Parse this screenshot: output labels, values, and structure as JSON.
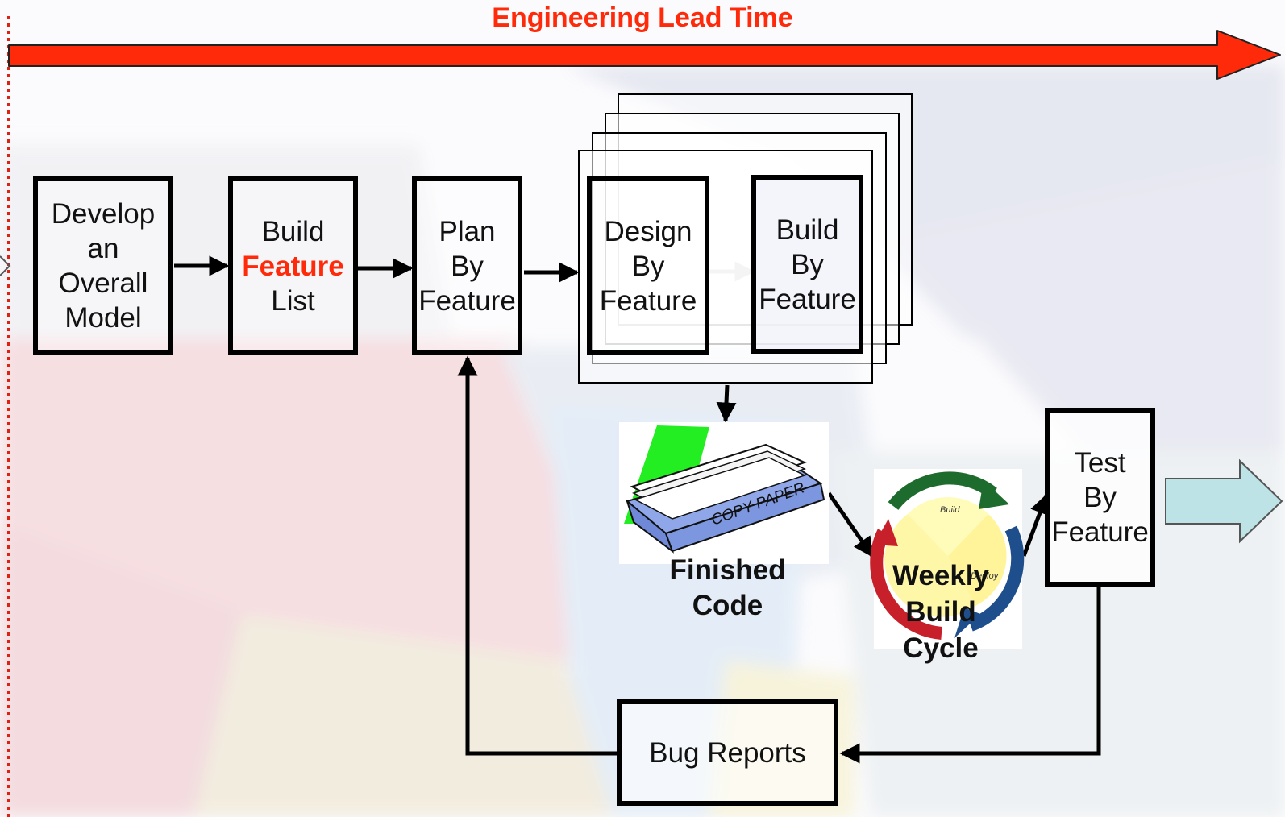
{
  "title": "Engineering Lead Time",
  "steps": [
    {
      "lines": [
        "Develop",
        "an",
        "Overall",
        "Model"
      ]
    },
    {
      "lines": [
        "Build",
        "Feature",
        "List"
      ],
      "highlight": "Feature"
    },
    {
      "lines": [
        "Plan",
        "By",
        "Feature"
      ]
    },
    {
      "lines": [
        "Design",
        "By",
        "Feature"
      ]
    },
    {
      "lines": [
        "Build",
        "By",
        "Feature"
      ]
    },
    {
      "lines": [
        "Test",
        "By",
        "Feature"
      ]
    }
  ],
  "finished_code": {
    "lines": [
      "Finished",
      "Code"
    ],
    "icon": "copy-paper-stack-icon",
    "paper_text": "COPY PAPER"
  },
  "weekly_build": {
    "lines": [
      "Weekly",
      "Build",
      "Cycle"
    ],
    "icon": "build-cycle-icon",
    "cycle_labels": [
      "Build",
      "Deploy"
    ]
  },
  "bug_reports": "Bug Reports",
  "colors": {
    "accent_red": "#ff2a0a",
    "box_fill": "rgba(255,255,255,0.5)",
    "cycle_green": "#1e6b2e",
    "cycle_blue": "#1f4e8c",
    "cycle_red": "#c8202a",
    "output_arrow": "#bde3e6"
  }
}
